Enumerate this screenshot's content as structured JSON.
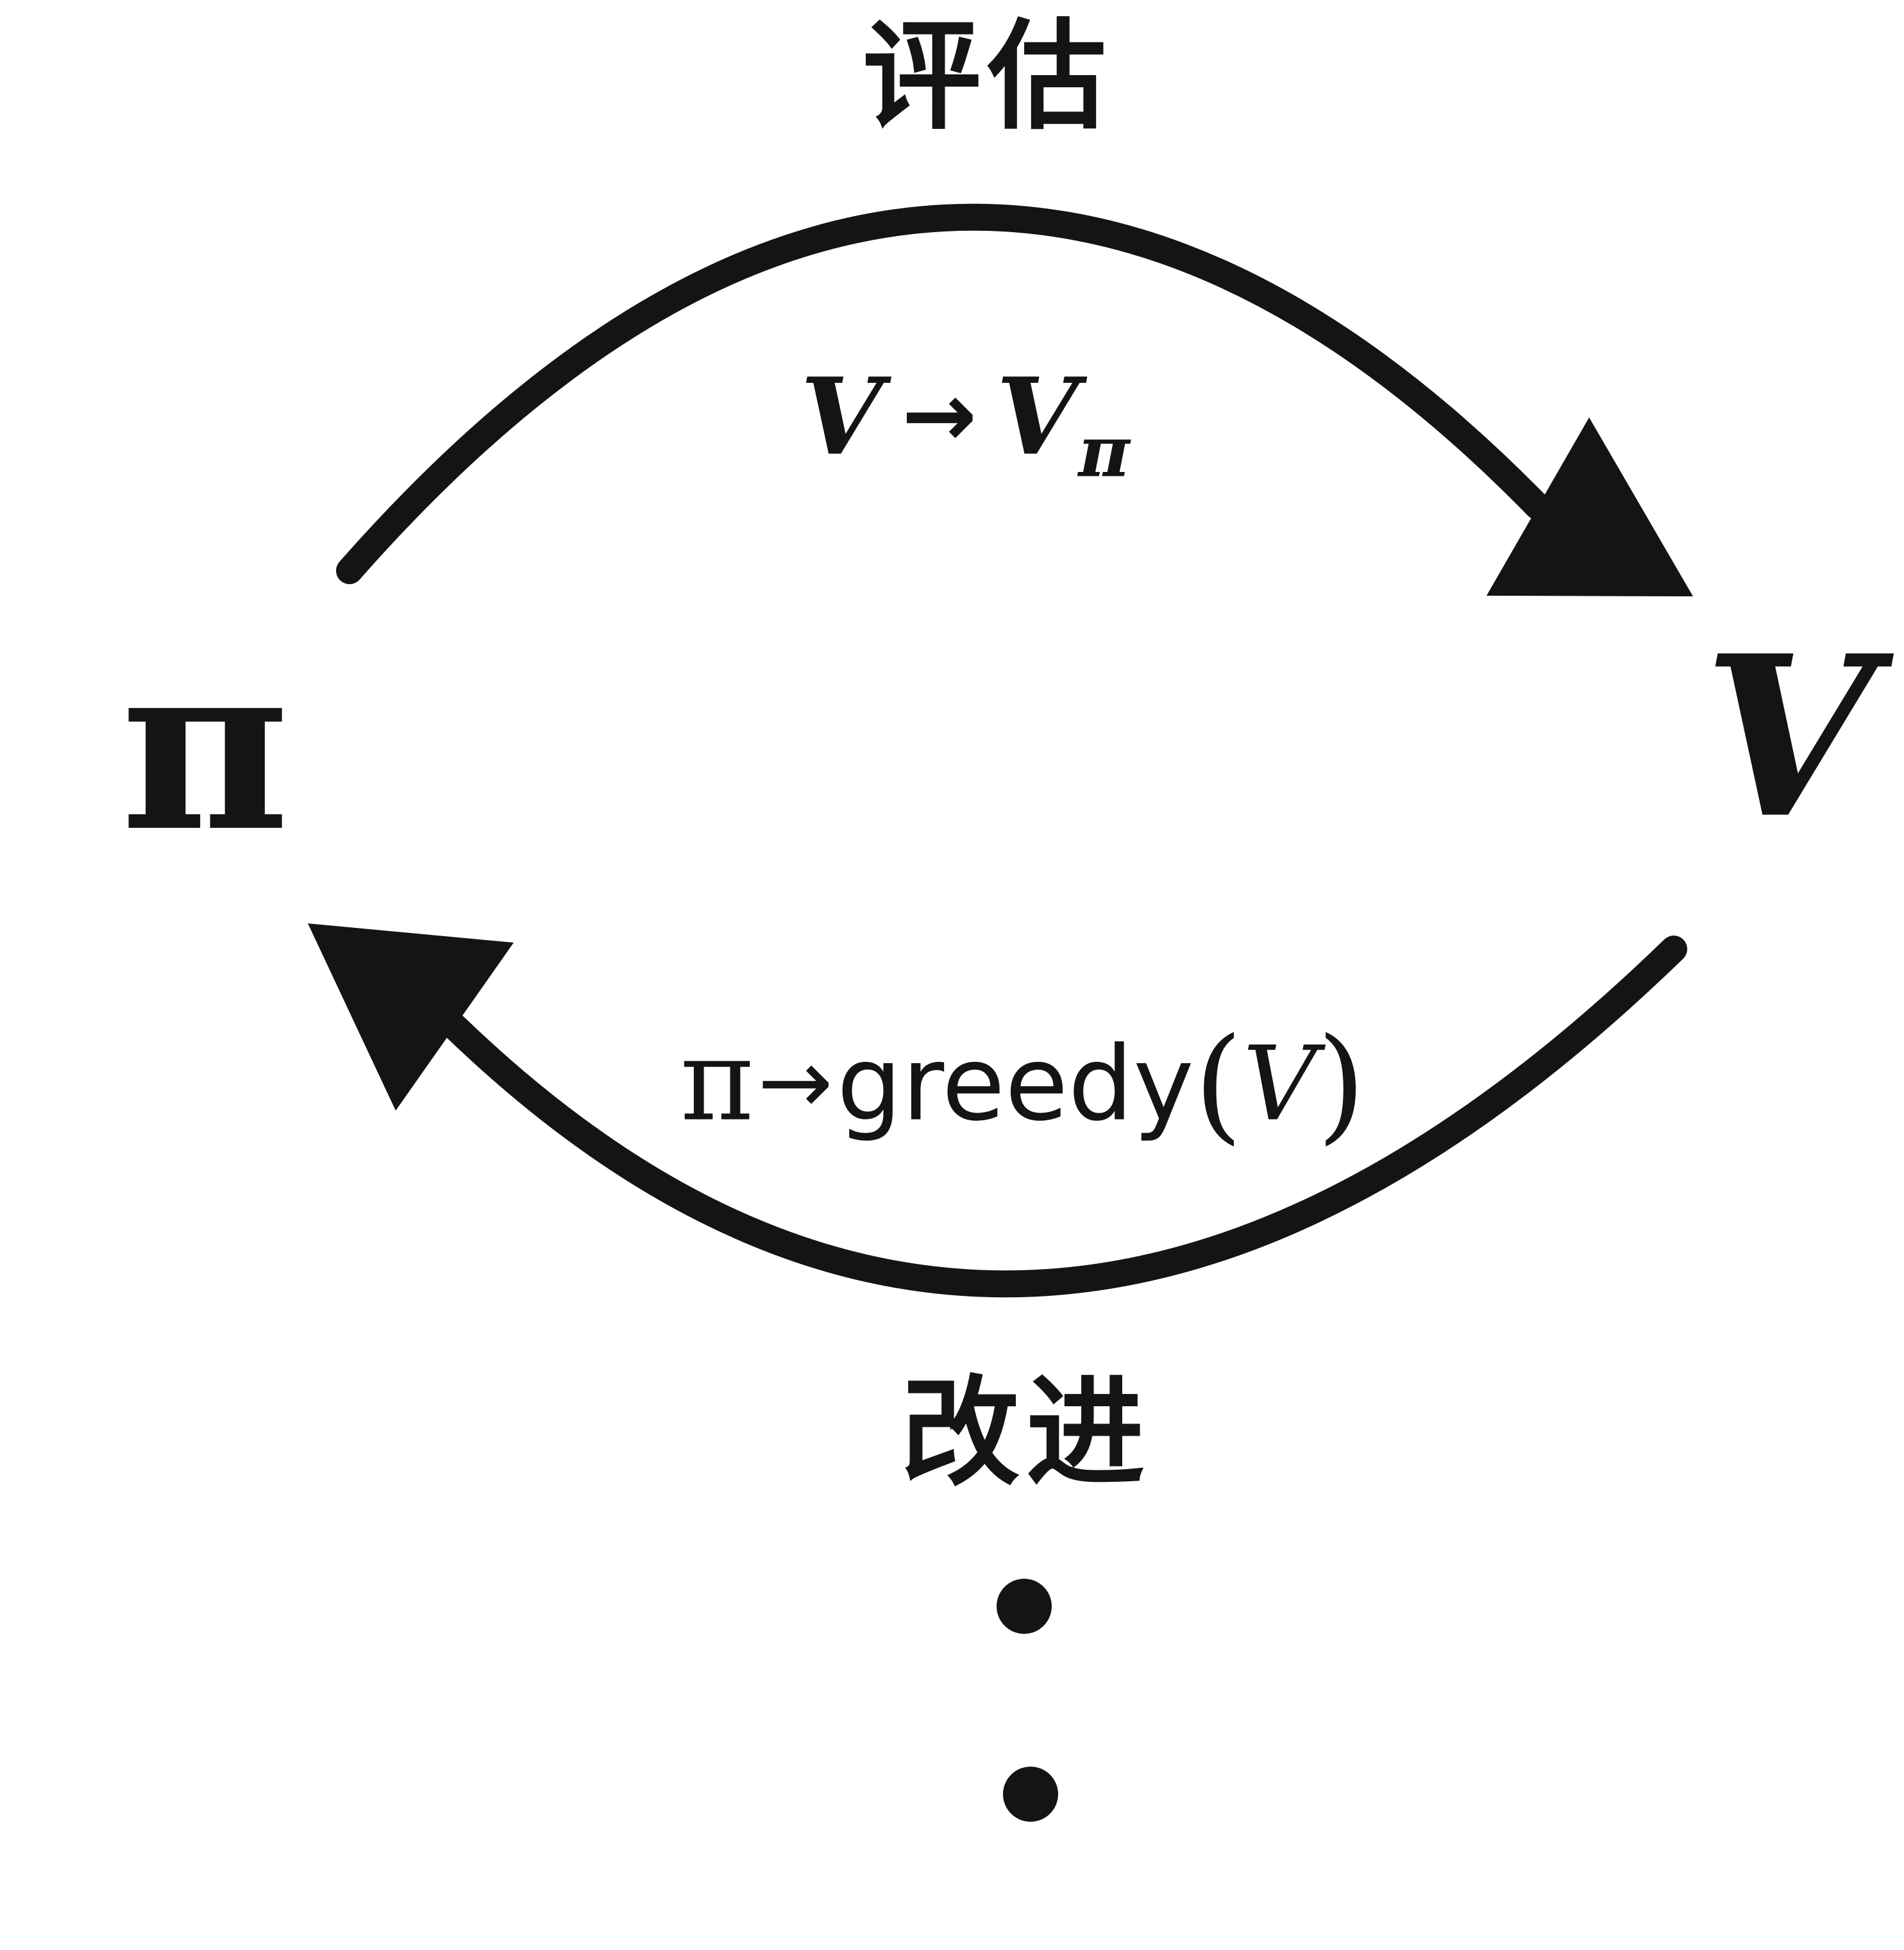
{
  "diagram": {
    "ink_color": "#141414",
    "top_label": "评估",
    "top_formula": {
      "lhs": "V",
      "arrow": "→",
      "rhs_base": "V",
      "rhs_sub": "π"
    },
    "left_node": "π",
    "right_node": "V",
    "bottom_formula": {
      "pi": "π",
      "arrow": "→",
      "func": "greedy",
      "open_paren": "(",
      "arg": "V",
      "close_paren": ")"
    },
    "bottom_label": "改进",
    "ellipsis_dot_count": 2
  }
}
